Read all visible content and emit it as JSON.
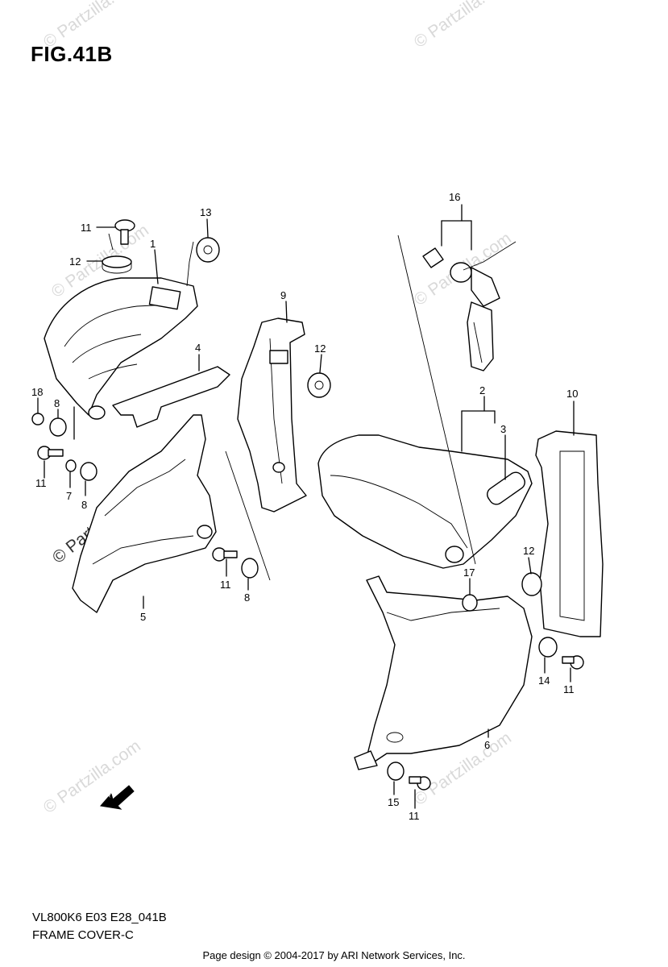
{
  "figure": {
    "title": "FIG.41B",
    "code": "VL800K6 E03 E28_041B",
    "name": "FRAME COVER-C",
    "footer": "Page design © 2004-2017 by ARI Network Services, Inc.",
    "watermark": "© Partzilla.com",
    "fwd_label": "FWD"
  },
  "callouts": [
    {
      "id": "c1",
      "text": "1"
    },
    {
      "id": "c2",
      "text": "2"
    },
    {
      "id": "c3",
      "text": "3"
    },
    {
      "id": "c4",
      "text": "4"
    },
    {
      "id": "c5",
      "text": "5"
    },
    {
      "id": "c6",
      "text": "6"
    },
    {
      "id": "c7",
      "text": "7"
    },
    {
      "id": "c8a",
      "text": "8"
    },
    {
      "id": "c8b",
      "text": "8"
    },
    {
      "id": "c8c",
      "text": "8"
    },
    {
      "id": "c9",
      "text": "9"
    },
    {
      "id": "c10",
      "text": "10"
    },
    {
      "id": "c11a",
      "text": "11"
    },
    {
      "id": "c11b",
      "text": "11"
    },
    {
      "id": "c11c",
      "text": "11"
    },
    {
      "id": "c11d",
      "text": "11"
    },
    {
      "id": "c11e",
      "text": "11"
    },
    {
      "id": "c12a",
      "text": "12"
    },
    {
      "id": "c12b",
      "text": "12"
    },
    {
      "id": "c12c",
      "text": "12"
    },
    {
      "id": "c13",
      "text": "13"
    },
    {
      "id": "c14",
      "text": "14"
    },
    {
      "id": "c15",
      "text": "15"
    },
    {
      "id": "c16",
      "text": "16"
    },
    {
      "id": "c17",
      "text": "17"
    },
    {
      "id": "c18",
      "text": "18"
    }
  ]
}
